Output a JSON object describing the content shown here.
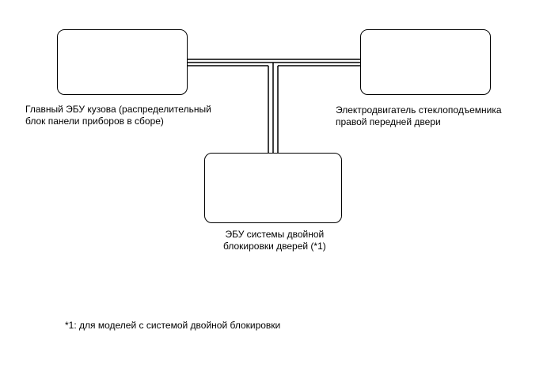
{
  "components": {
    "body_ecu": {
      "line1": "Главный ЭБУ кузова (распределительный",
      "line2": "блок панели приборов в сборе)"
    },
    "window_motor": {
      "line1": "Электродвигатель стеклоподъемника",
      "line2": "правой передней двери"
    },
    "double_lock_ecu": {
      "line1": "ЭБУ системы двойной",
      "line2": "блокировки дверей (*1)"
    }
  },
  "footnote": {
    "text": "*1: для моделей с системой двойной блокировки"
  },
  "colors": {
    "stroke": "#000000",
    "background": "#ffffff"
  }
}
